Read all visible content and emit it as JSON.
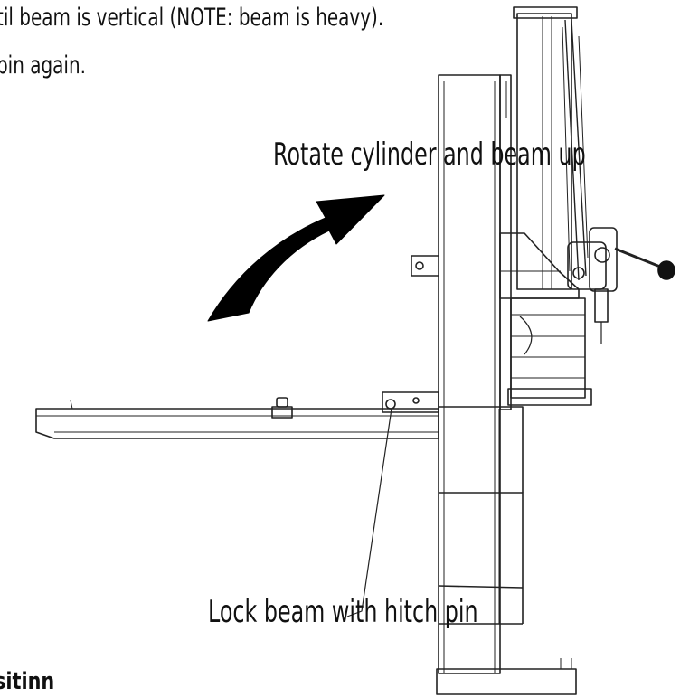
{
  "instructions": {
    "line1": "til beam is vertical (NOTE: beam is heavy).",
    "line2": "pin again."
  },
  "callouts": {
    "rotate": "Rotate cylinder and beam up",
    "lock": "Lock beam with hitch pin"
  },
  "section_heading": "sitinn",
  "colors": {
    "ink": "#111111",
    "arrow": "#000000",
    "background": "#ffffff"
  }
}
